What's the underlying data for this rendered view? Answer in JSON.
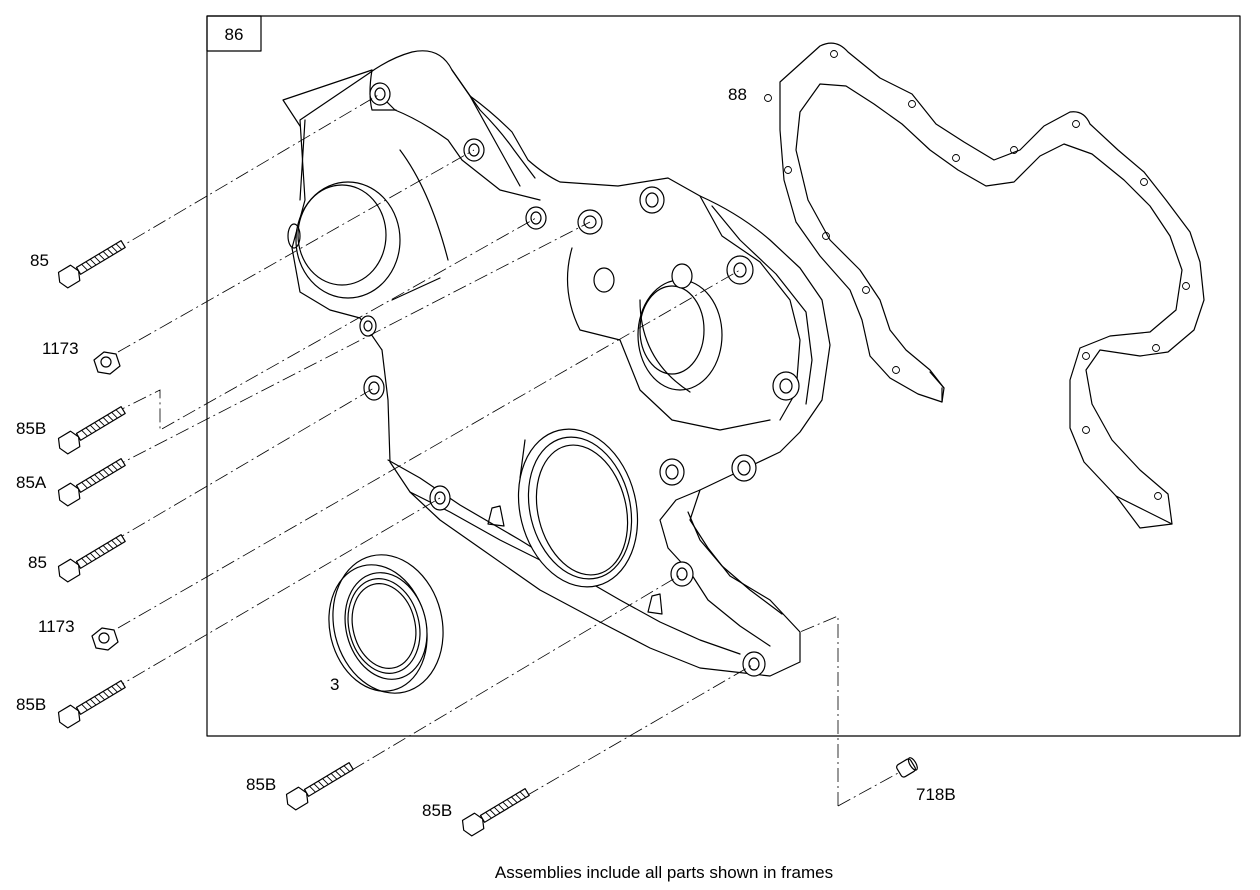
{
  "frame": {
    "assembly_label": "86"
  },
  "labels": {
    "gasket": "88",
    "bolt_top": "85",
    "nut_top": "1173",
    "bolt_b1": "85B",
    "bolt_a": "85A",
    "bolt_mid": "85",
    "nut_bottom": "1173",
    "bolt_b2": "85B",
    "seal": "3",
    "bolt_b3": "85B",
    "bolt_b4": "85B",
    "dowel": "718B"
  },
  "caption": "Assemblies include all parts shown in frames"
}
